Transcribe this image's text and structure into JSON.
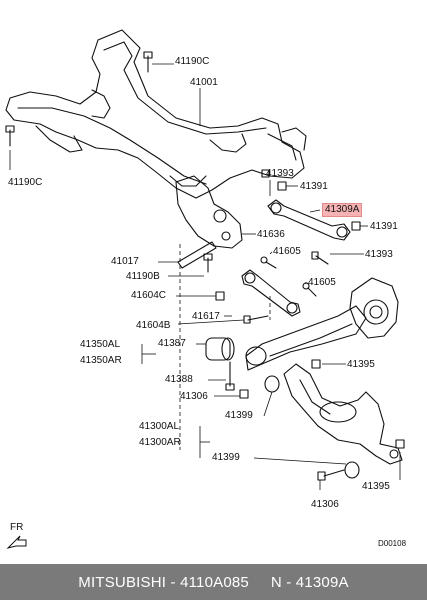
{
  "labels": {
    "p41190c_top": "41190C",
    "p41001": "41001",
    "p41190c_left": "41190C",
    "p41393_top": "41393",
    "p41391_top": "41391",
    "p41309a": "41309A",
    "p41391_right": "41391",
    "p41636": "41636",
    "p41605_a": "41605",
    "p41393_right": "41393",
    "p41017": "41017",
    "p41190b": "41190B",
    "p41605_b": "41605",
    "p41604c": "41604C",
    "p41617": "41617",
    "p41604b": "41604B",
    "p41350al": "41350AL",
    "p41350ar": "41350AR",
    "p41387": "41387",
    "p41395_a": "41395",
    "p41388": "41388",
    "p41306_a": "41306",
    "p41399_a": "41399",
    "p41300al": "41300AL",
    "p41300ar": "41300AR",
    "p41399_b": "41399",
    "p41395_b": "41395",
    "p41306_b": "41306",
    "fr": "FR",
    "fig_code": "D00108"
  },
  "highlight_color": "#f6b3b3",
  "footer": {
    "brand": "MITSUBISHI",
    "sep1": " - ",
    "catalog": "4110A085",
    "gap": "     ",
    "n_prefix": "N - ",
    "part": "41309A"
  }
}
